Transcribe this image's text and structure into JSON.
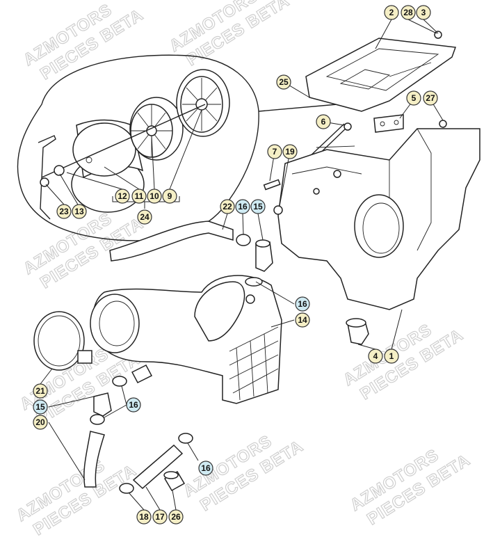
{
  "watermark": {
    "lines": [
      "AZMOTORS",
      "PIECES BETA"
    ]
  },
  "colors": {
    "callout_yellow": "#f5efc6",
    "callout_blue": "#cfeaf2",
    "line": "#222222"
  },
  "callouts": [
    {
      "id": "c2",
      "label": "2",
      "style": "yellow"
    },
    {
      "id": "c28",
      "label": "28",
      "style": "yellow"
    },
    {
      "id": "c3",
      "label": "3",
      "style": "yellow"
    },
    {
      "id": "c25",
      "label": "25",
      "style": "yellow"
    },
    {
      "id": "c5",
      "label": "5",
      "style": "yellow"
    },
    {
      "id": "c27",
      "label": "27",
      "style": "yellow"
    },
    {
      "id": "c6",
      "label": "6",
      "style": "yellow"
    },
    {
      "id": "c7",
      "label": "7",
      "style": "yellow"
    },
    {
      "id": "c19",
      "label": "19",
      "style": "yellow"
    },
    {
      "id": "c12",
      "label": "12",
      "style": "yellow"
    },
    {
      "id": "c11",
      "label": "11",
      "style": "yellow"
    },
    {
      "id": "c10",
      "label": "10",
      "style": "yellow"
    },
    {
      "id": "c9",
      "label": "9",
      "style": "yellow"
    },
    {
      "id": "c23",
      "label": "23",
      "style": "yellow"
    },
    {
      "id": "c13",
      "label": "13",
      "style": "yellow"
    },
    {
      "id": "c24",
      "label": "24",
      "style": "yellow"
    },
    {
      "id": "c22",
      "label": "22",
      "style": "yellow"
    },
    {
      "id": "c16a",
      "label": "16",
      "style": "blue"
    },
    {
      "id": "c15a",
      "label": "15",
      "style": "blue"
    },
    {
      "id": "c16b",
      "label": "16",
      "style": "blue"
    },
    {
      "id": "c14",
      "label": "14",
      "style": "yellow"
    },
    {
      "id": "c4",
      "label": "4",
      "style": "yellow"
    },
    {
      "id": "c1",
      "label": "1",
      "style": "yellow"
    },
    {
      "id": "c21",
      "label": "21",
      "style": "yellow"
    },
    {
      "id": "c15b",
      "label": "15",
      "style": "blue"
    },
    {
      "id": "c16c",
      "label": "16",
      "style": "blue"
    },
    {
      "id": "c20",
      "label": "20",
      "style": "yellow"
    },
    {
      "id": "c16d",
      "label": "16",
      "style": "blue"
    },
    {
      "id": "c18",
      "label": "18",
      "style": "yellow"
    },
    {
      "id": "c17",
      "label": "17",
      "style": "yellow"
    },
    {
      "id": "c26",
      "label": "26",
      "style": "yellow"
    }
  ]
}
